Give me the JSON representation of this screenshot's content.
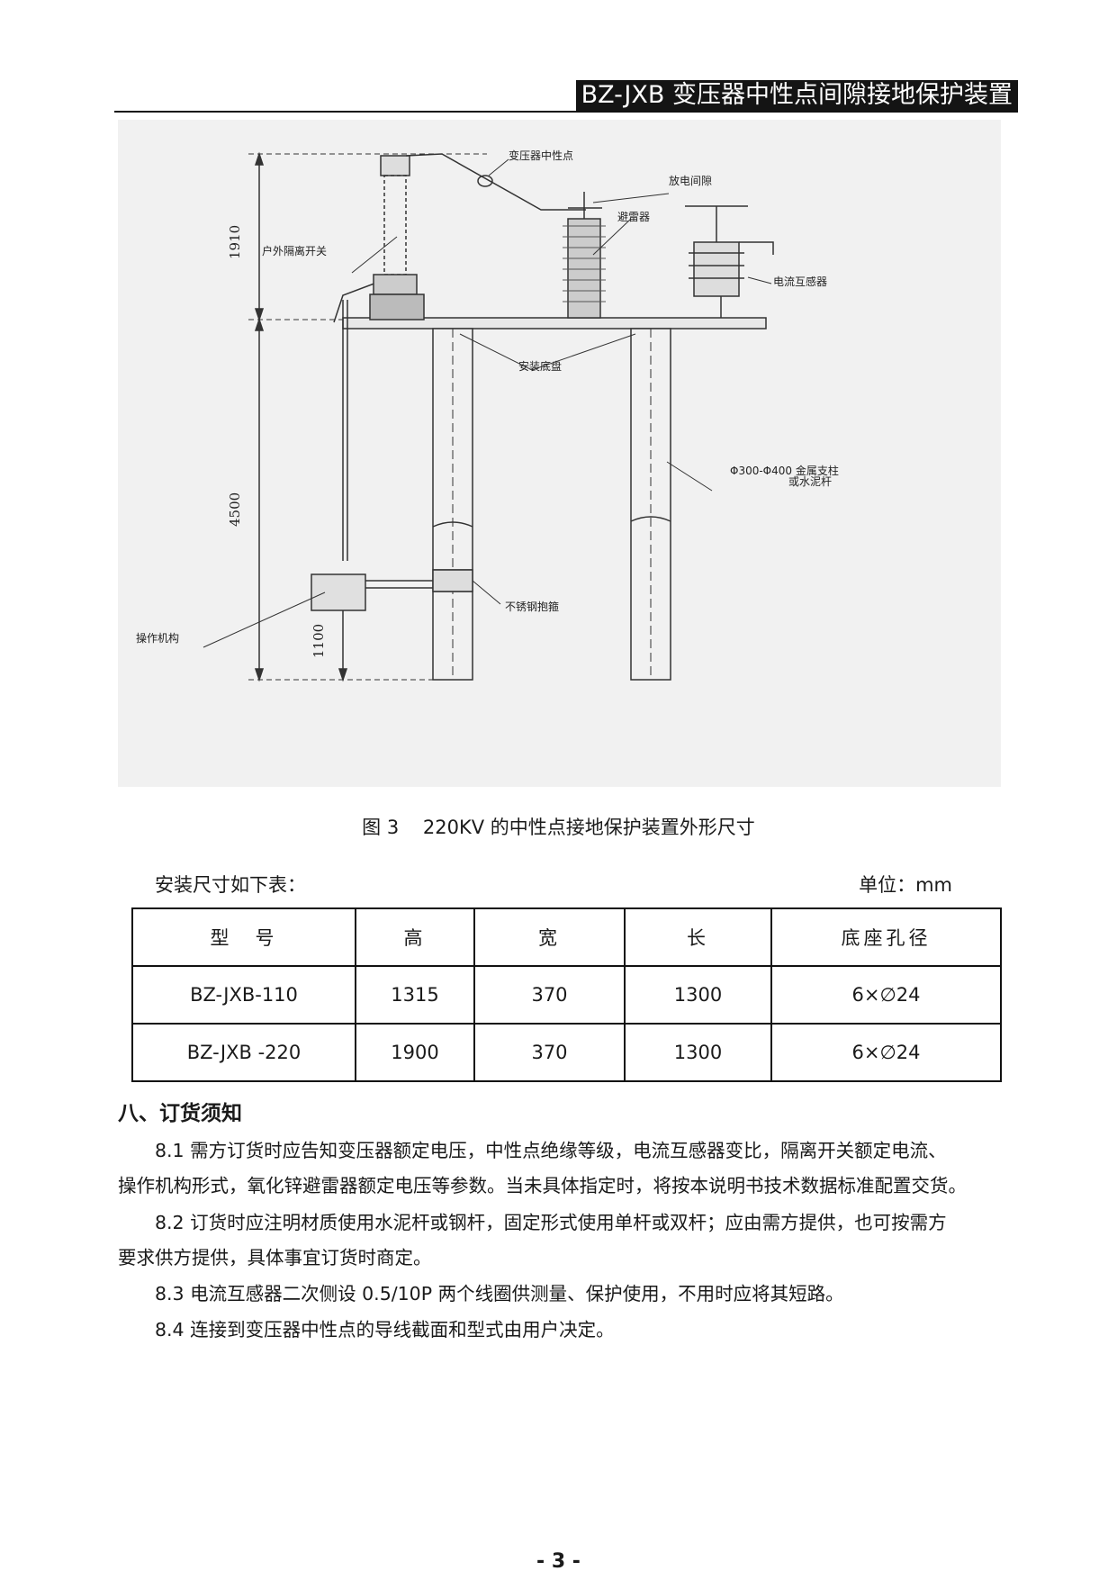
{
  "header": {
    "title": "BZ-JXB 变压器中性点间隙接地保护装置"
  },
  "figure": {
    "labels": {
      "neutral_point": "变压器中性点",
      "discharge_gap": "放电间隙",
      "arrester": "避雷器",
      "outdoor_switch": "户外隔离开关",
      "ct": "电流互感器",
      "base_plate": "安装底盘",
      "pole_line1": "Φ300-Φ400 金属支柱",
      "pole_line2": "或水泥杆",
      "clamp": "不锈钢抱箍",
      "mechanism": "操作机构"
    },
    "dimensions": {
      "top": "1910",
      "middle": "4500",
      "bottom": "1100"
    },
    "caption": "图 3    220KV 的中性点接地保护装置外形尺寸"
  },
  "table": {
    "intro": "安装尺寸如下表：",
    "unit": "单位：mm",
    "headers": [
      "型　号",
      "高",
      "宽",
      "长",
      "底座孔径"
    ],
    "rows": [
      [
        "BZ-JXB-110",
        "1315",
        "370",
        "1300",
        "6×∅24"
      ],
      [
        "BZ-JXB -220",
        "1900",
        "370",
        "1300",
        "6×∅24"
      ]
    ]
  },
  "section": {
    "heading": "八、订货须知",
    "p1_line1": "8.1  需方订货时应告知变压器额定电压，中性点绝缘等级，电流互感器变比，隔离开关额定电流、",
    "p1_line2": "操作机构形式，氧化锌避雷器额定电压等参数。当未具体指定时，将按本说明书技术数据标准配置交货。",
    "p2_line1": "8.2  订货时应注明材质使用水泥杆或钢杆，固定形式使用单杆或双杆；应由需方提供，也可按需方",
    "p2_line2": "要求供方提供，具体事宜订货时商定。",
    "p3": "8.3  电流互感器二次侧设 0.5/10P 两个线圈供测量、保护使用，不用时应将其短路。",
    "p4": "8.4  连接到变压器中性点的导线截面和型式由用户决定。"
  },
  "page_number": "- 3 -"
}
